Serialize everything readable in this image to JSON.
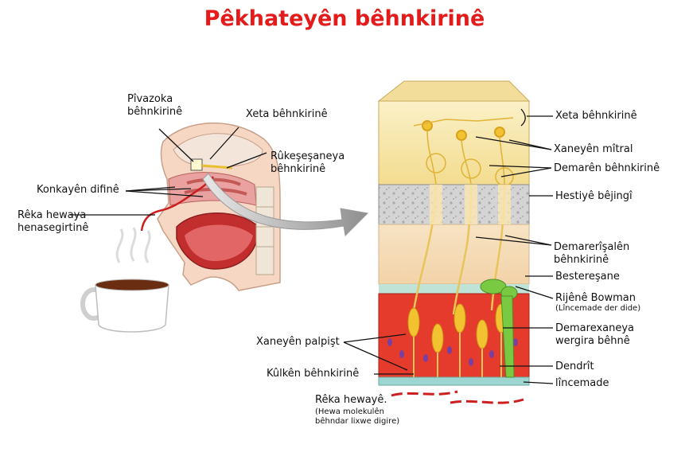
{
  "title": "Pêkhateyên bêhnkirinê",
  "labels": {
    "pivazok": "Pîvazoka\nbêhnkirinê",
    "xeta_left": "Xeta bêhnkirinê",
    "rukesesaneya": "Rûkeşeşaneya\nbêhnkirinê",
    "konkayen": "Konkayên difinê",
    "reka_hewaya": "Rêka hewaya\nhenasegirtinê",
    "xeta_right": "Xeta bêhnkirinê",
    "xaneyen_mitral": "Xaneyên mîtral",
    "demaren": "Demarên bêhnkirinê",
    "hestiye": "Hestiyê bêjingî",
    "demarerisalen": "Demarerîşalên\nbêhnkirinê",
    "bestere": "Bestereşane",
    "rijene": "Rijênê Bowman",
    "rijene_sub": "(Lîncemade der dide)",
    "xaneyen_palpist": "Xaneyên palpişt",
    "demarexaneya": "Demarexaneya\nwergira bêhnê",
    "kulken": "Kûlkên bêhnkirinê",
    "dendrit": "Dendrît",
    "lincemade": "lîncemade",
    "reka_hewaye": "Rêka hewayê.",
    "reka_hewaye_sub": "(Hewa molekulên\nbêhndar lixwe digire)"
  },
  "colors": {
    "title": "#e31b1b",
    "accent_red": "#cc1f1f",
    "epithelium_red": "#e53b2c",
    "neuron_yellow": "#f2c230",
    "bone_gray": "#c9c9c9",
    "bowman_green": "#7ac943",
    "arrow_gray": "#8c8c8c"
  }
}
